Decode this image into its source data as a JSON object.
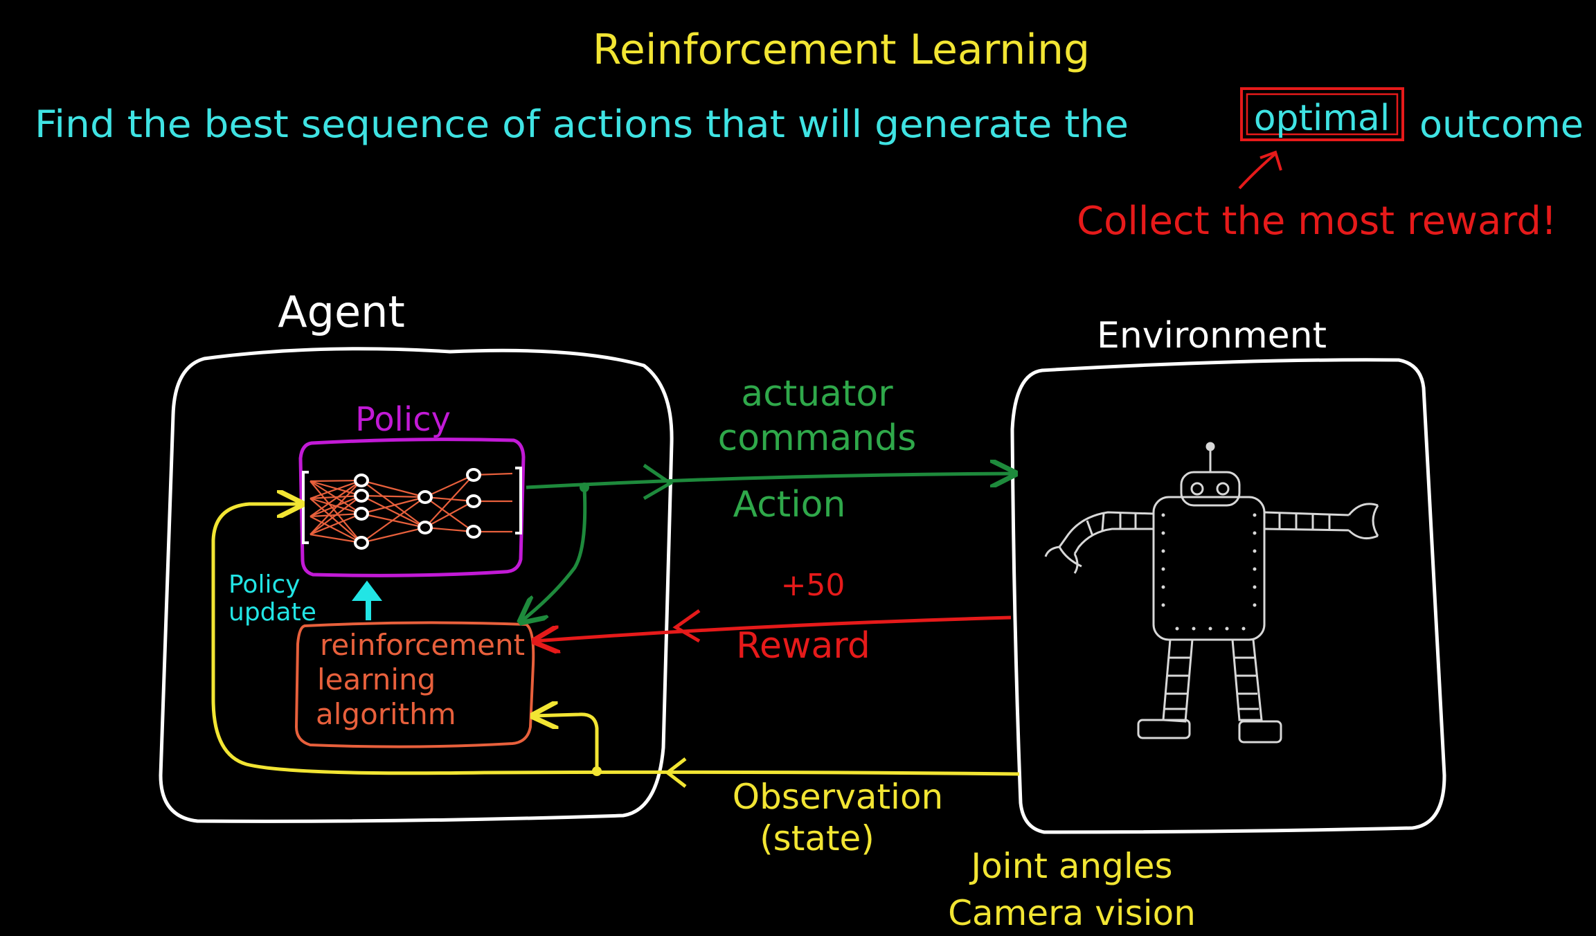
{
  "title": "Reinforcement Learning",
  "subtitle": {
    "before": "Find the best sequence of actions that will generate the",
    "highlight": "optimal",
    "after": "outcome"
  },
  "note": "Collect the most reward!",
  "agent": {
    "label": "Agent",
    "policy_label": "Policy",
    "rl_algorithm": [
      "reinforcement",
      "learning",
      "algorithm"
    ],
    "policy_update": [
      "Policy",
      "update"
    ]
  },
  "environment": {
    "label": "Environment"
  },
  "signals": {
    "action_top": [
      "actuator",
      "commands"
    ],
    "action": "Action",
    "reward_value": "+50",
    "reward": "Reward",
    "observation": [
      "Observation",
      "(state)"
    ],
    "observation_examples": [
      "Joint angles",
      "Camera vision"
    ]
  },
  "colors": {
    "background": "#000000",
    "title": "#f2e533",
    "subtitle": "#3fe3e3",
    "note": "#e61a1a",
    "box": "#ffffff",
    "policy": "#c21ad6",
    "nn": "#e8603c",
    "rl_algorithm": "#e8603c",
    "action": "#1e8a3c",
    "action_text": "#2fa84a",
    "reward": "#e61a1a",
    "observation": "#f2e533",
    "policy_update": "#22e5e5",
    "robot": "#d8d8d8"
  }
}
